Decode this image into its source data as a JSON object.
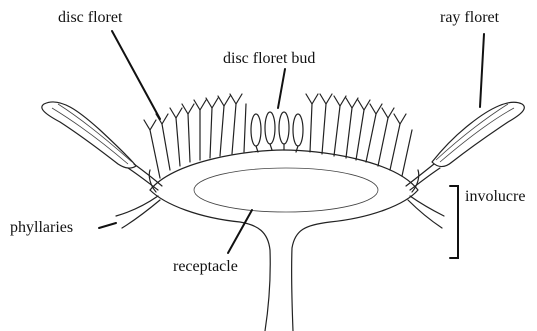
{
  "labels": {
    "disc_floret": "disc floret",
    "ray_floret": "ray floret",
    "disc_floret_bud": "disc floret bud",
    "involucre": "involucre",
    "phyllaries": "phyllaries",
    "receptacle": "receptacle"
  }
}
